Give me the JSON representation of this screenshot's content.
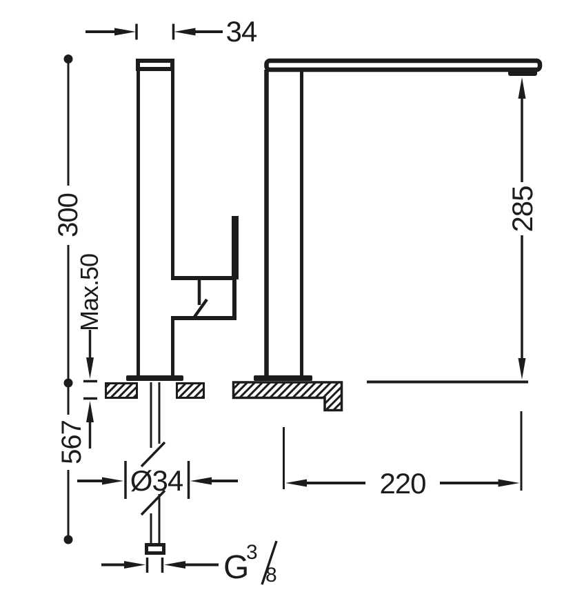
{
  "colors": {
    "ink": "#1c1c1c",
    "paper": "#ffffff"
  },
  "labels": {
    "top_width": "34",
    "height_above_deck": "300",
    "max_deck_thickness": "Max.50",
    "height_to_supply": "567",
    "spout_clearance": "285",
    "shank_diameter": "Ø34",
    "spout_reach": "220",
    "thread": {
      "letter": "G",
      "numerator": "3",
      "denominator": "8"
    }
  }
}
